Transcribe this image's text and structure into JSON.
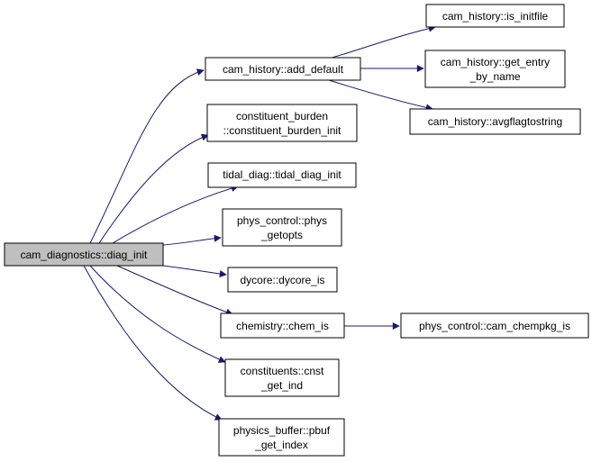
{
  "graph": {
    "root": "diag_init",
    "nodes": [
      {
        "id": "diag_init",
        "lines": [
          "cam_diagnostics::diag_init"
        ]
      },
      {
        "id": "add_default",
        "lines": [
          "cam_history::add_default"
        ]
      },
      {
        "id": "is_initfile",
        "lines": [
          "cam_history::is_initfile"
        ]
      },
      {
        "id": "get_entry_by_name",
        "lines": [
          "cam_history::get_entry",
          "_by_name"
        ]
      },
      {
        "id": "avgflagtostring",
        "lines": [
          "cam_history::avgflagtostring"
        ]
      },
      {
        "id": "constituent_burden_init",
        "lines": [
          "constituent_burden",
          "::constituent_burden_init"
        ]
      },
      {
        "id": "tidal_diag_init",
        "lines": [
          "tidal_diag::tidal_diag_init"
        ]
      },
      {
        "id": "phys_getopts",
        "lines": [
          "phys_control::phys",
          "_getopts"
        ]
      },
      {
        "id": "dycore_is",
        "lines": [
          "dycore::dycore_is"
        ]
      },
      {
        "id": "chem_is",
        "lines": [
          "chemistry::chem_is"
        ]
      },
      {
        "id": "cam_chempkg_is",
        "lines": [
          "phys_control::cam_chempkg_is"
        ]
      },
      {
        "id": "cnst_get_ind",
        "lines": [
          "constituents::cnst",
          "_get_ind"
        ]
      },
      {
        "id": "pbuf_get_index",
        "lines": [
          "physics_buffer::pbuf",
          "_get_index"
        ]
      }
    ],
    "edges": [
      {
        "from": "diag_init",
        "to": "add_default"
      },
      {
        "from": "diag_init",
        "to": "constituent_burden_init"
      },
      {
        "from": "diag_init",
        "to": "tidal_diag_init"
      },
      {
        "from": "diag_init",
        "to": "phys_getopts"
      },
      {
        "from": "diag_init",
        "to": "dycore_is"
      },
      {
        "from": "diag_init",
        "to": "chem_is"
      },
      {
        "from": "diag_init",
        "to": "cnst_get_ind"
      },
      {
        "from": "diag_init",
        "to": "pbuf_get_index"
      },
      {
        "from": "add_default",
        "to": "is_initfile"
      },
      {
        "from": "add_default",
        "to": "get_entry_by_name"
      },
      {
        "from": "add_default",
        "to": "avgflagtostring"
      },
      {
        "from": "chem_is",
        "to": "cam_chempkg_is"
      }
    ]
  }
}
